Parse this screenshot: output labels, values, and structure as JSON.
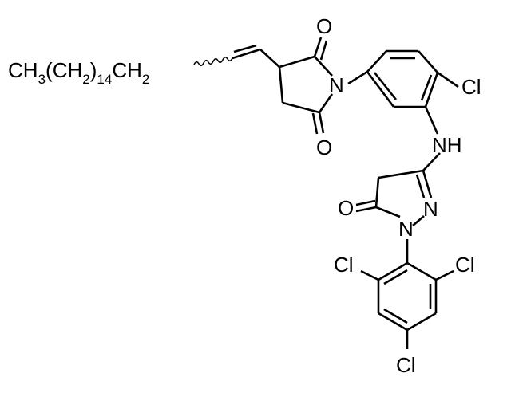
{
  "molecule": {
    "chain": {
      "ch3": "CH",
      "sub3": "3",
      "paren_open": "(CH",
      "sub2a": "2",
      "paren_close": ")",
      "sub14": "14",
      "ch2": "CH",
      "sub2b": "2"
    },
    "atoms": {
      "o_top": "O",
      "o_bottom": "O",
      "n_imide": "N",
      "cl_aryl": "Cl",
      "nh_amine": "NH",
      "o_pyrazolone": "O",
      "n_pyrazole_2": "N",
      "n_pyrazole_1": "N",
      "cl_left": "Cl",
      "cl_right": "Cl",
      "cl_bottom": "Cl"
    },
    "colors": {
      "ink": "#000000",
      "background": "#ffffff"
    }
  }
}
